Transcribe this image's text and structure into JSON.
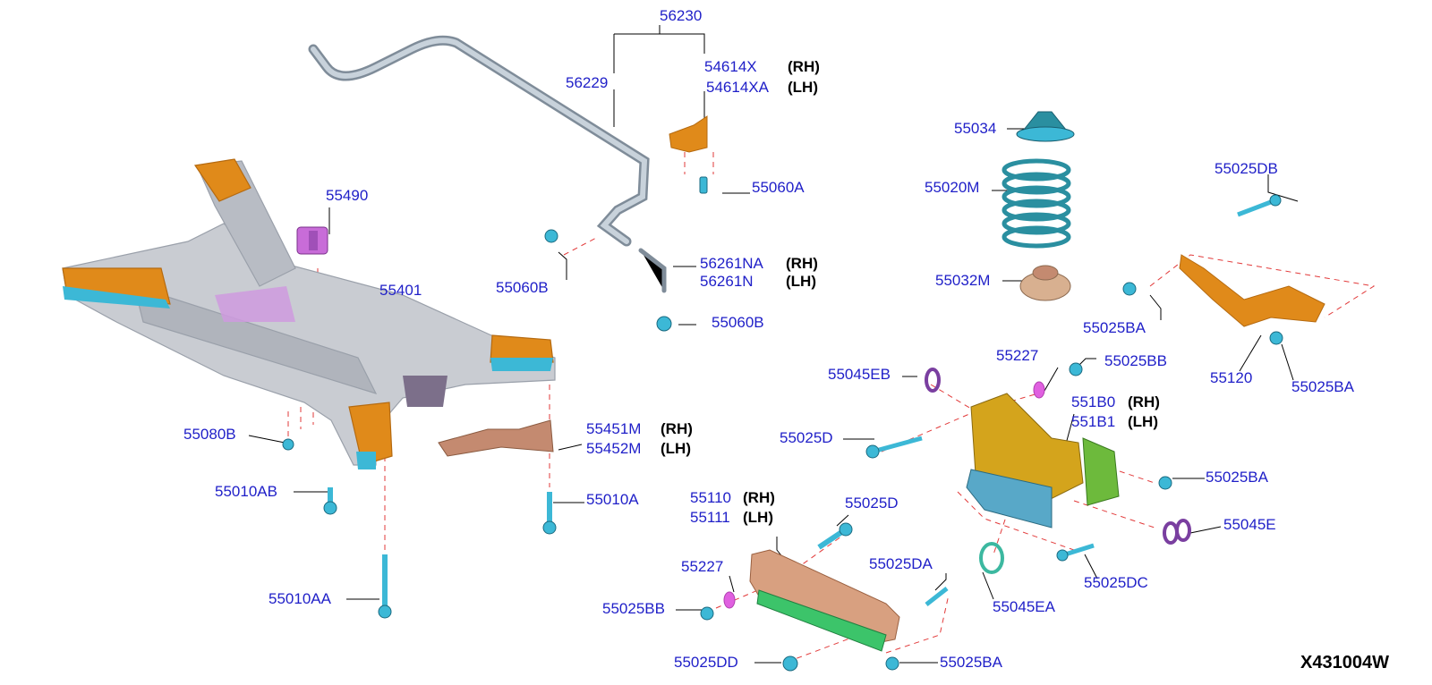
{
  "diagram_code": "X431004W",
  "side_labels": {
    "rh": "(RH)",
    "lh": "(LH)"
  },
  "colors": {
    "label_text": "#1f1fc8",
    "leader_line": "#000000",
    "dashed_guide": "#e23a3a",
    "subframe": "#c9ccd2",
    "orange_part": "#e08a1a",
    "cyan_fastener": "#3cb8d6",
    "purple_washer": "#7a3fa0",
    "magenta_washer": "#e060e0",
    "spring_teal": "#2a8fa0",
    "bronze_plate": "#c48a70",
    "green_part": "#3cc46a",
    "knuckle_gold": "#d4a41c"
  },
  "parts": {
    "p56230": "56230",
    "p56229": "56229",
    "p54614x": "54614X",
    "p54614xa": "54614XA",
    "p55060a": "55060A",
    "p55490": "55490",
    "p55401": "55401",
    "p55060b_upper": "55060B",
    "p56261na": "56261NA",
    "p56261n": "56261N",
    "p55060b_lower": "55060B",
    "p55034": "55034",
    "p55020m": "55020M",
    "p55032m": "55032M",
    "p55025db": "55025DB",
    "p55025ba_upper": "55025BA",
    "p55120": "55120",
    "p55025ba_right": "55025BA",
    "p55227_upper": "55227",
    "p55025bb_upper": "55025BB",
    "p55045eb": "55045EB",
    "p551b0": "551B0",
    "p551b1": "551B1",
    "p55025d_upper": "55025D",
    "p55080b": "55080B",
    "p55451m": "55451M",
    "p55452m": "55452M",
    "p55010ab": "55010AB",
    "p55010a": "55010A",
    "p55025ba_mid": "55025BA",
    "p55110": "55110",
    "p55111": "55111",
    "p55025d_lower": "55025D",
    "p55045e": "55045E",
    "p55227_lower": "55227",
    "p55025da": "55025DA",
    "p55025dc": "55025DC",
    "p55010aa": "55010AA",
    "p55025bb_lower": "55025BB",
    "p55045ea": "55045EA",
    "p55025dd": "55025DD",
    "p55025ba_lower": "55025BA"
  }
}
